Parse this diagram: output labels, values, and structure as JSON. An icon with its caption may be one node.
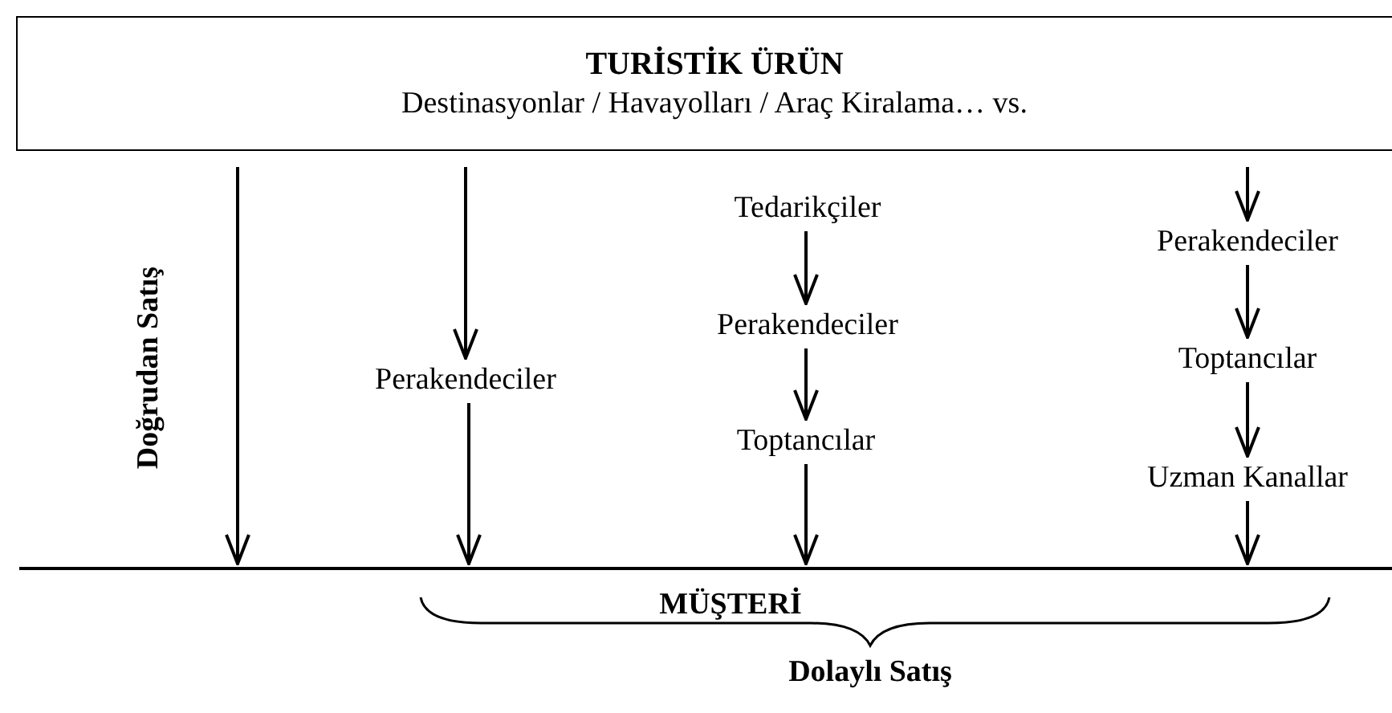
{
  "diagram": {
    "nodes": [
      {
        "text": [
          "TURİSTİK ÜRÜN",
          "Destinasyonlar / Havayolları / Araç Kiralama… vs."
        ]
      },
      {
        "text": [
          "Perakendeciler"
        ]
      },
      {
        "text": [
          "Tedarikçiler"
        ]
      },
      {
        "text": [
          "Perakendeciler"
        ]
      },
      {
        "text": [
          "Toptancılar"
        ]
      },
      {
        "text": [
          "Perakendeciler"
        ]
      },
      {
        "text": [
          "Toptancılar"
        ]
      },
      {
        "text": [
          "Uzman Kanallar"
        ]
      },
      {
        "text": [
          "MÜŞTERİ"
        ]
      }
    ],
    "edges": [
      {
        "from": 0,
        "to": 8,
        "arrow": "to"
      },
      {
        "from": 0,
        "to": 1,
        "arrow": "to"
      },
      {
        "from": 1,
        "to": 8,
        "arrow": "to"
      },
      {
        "from": 2,
        "to": 3,
        "arrow": "to"
      },
      {
        "from": 3,
        "to": 4,
        "arrow": "to"
      },
      {
        "from": 4,
        "to": 8,
        "arrow": "to"
      },
      {
        "from": 0,
        "to": 5,
        "arrow": "to"
      },
      {
        "from": 5,
        "to": 6,
        "arrow": "to"
      },
      {
        "from": 6,
        "to": 7,
        "arrow": "to"
      },
      {
        "from": 7,
        "to": 8,
        "arrow": "to"
      }
    ],
    "labels": [
      "Doğrudan Satış",
      "Dolaylı Satış"
    ]
  }
}
